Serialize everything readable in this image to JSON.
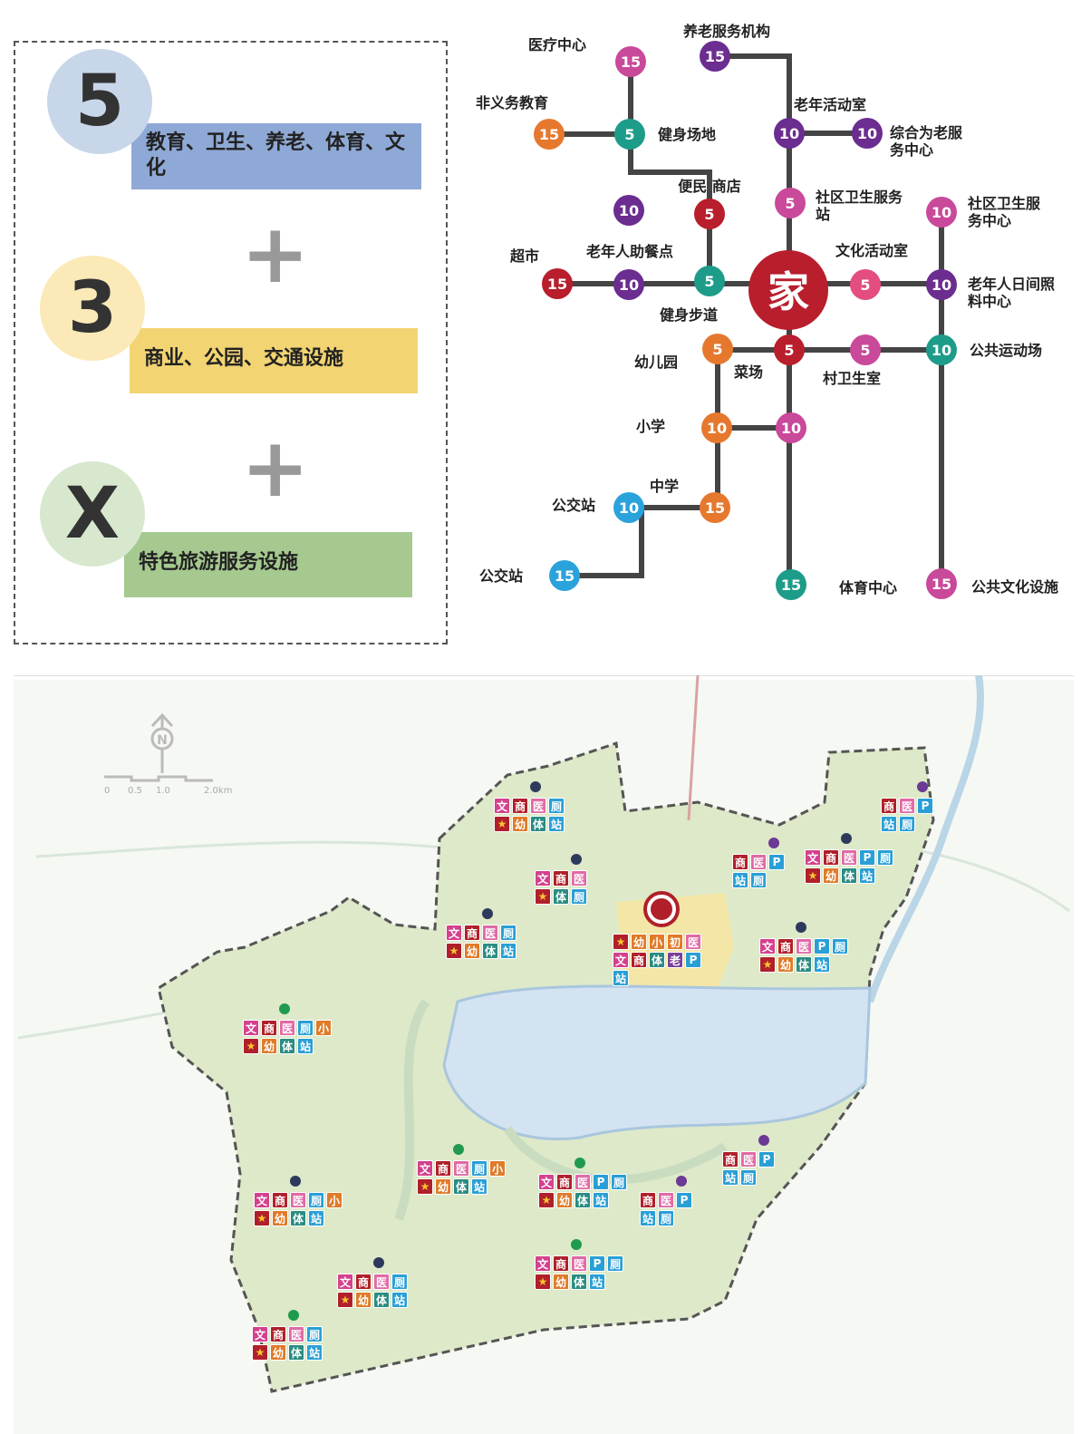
{
  "formula": {
    "five": {
      "symbol": "5",
      "text": "教育、卫生、养老、体育、文化"
    },
    "plus1": "+",
    "three": {
      "symbol": "3",
      "text": "商业、公园、交通设施"
    },
    "plus2": "+",
    "x": {
      "symbol": "X",
      "text": "特色旅游服务设施"
    }
  },
  "colors": {
    "purple": "#6b2d8f",
    "pink": "#c9499a",
    "teal": "#1e9c8a",
    "orange": "#e6782e",
    "red": "#b81e2c",
    "blue": "#2aa3dc",
    "rose": "#e34d7f"
  },
  "diagram": {
    "home": "家",
    "nodes": [
      {
        "value": "15",
        "color": "pink",
        "label": "医疗中心"
      },
      {
        "value": "15",
        "color": "purple",
        "label": "养老服务机构"
      },
      {
        "value": "15",
        "color": "orange",
        "label": "非义务教育"
      },
      {
        "value": "5",
        "color": "teal",
        "label": "健身场地"
      },
      {
        "value": "10",
        "color": "purple",
        "label": "老年活动室"
      },
      {
        "value": "10",
        "color": "purple",
        "label": "综合为老服",
        "label2": "务中心"
      },
      {
        "value": "5",
        "color": "red",
        "label": "便民 商店"
      },
      {
        "value": "10",
        "color": "purple",
        "label": ""
      },
      {
        "value": "5",
        "color": "pink",
        "label": "社区卫生服务",
        "label2": "站"
      },
      {
        "value": "10",
        "color": "pink",
        "label": "社区卫生服",
        "label2": "务中心"
      },
      {
        "value": "15",
        "color": "red",
        "label": "超市"
      },
      {
        "value": "10",
        "color": "purple",
        "label": "老年人助餐点"
      },
      {
        "value": "5",
        "color": "teal",
        "label": "健身步道"
      },
      {
        "value": "5",
        "color": "rose",
        "label": "文化活动室"
      },
      {
        "value": "10",
        "color": "purple",
        "label": "老年人日间照",
        "label2": "料中心"
      },
      {
        "value": "5",
        "color": "orange",
        "label": "幼儿园"
      },
      {
        "value": "5",
        "color": "red",
        "label": "菜场"
      },
      {
        "value": "5",
        "color": "pink",
        "label": "村卫生室"
      },
      {
        "value": "10",
        "color": "teal",
        "label": "公共运动场"
      },
      {
        "value": "10",
        "color": "orange",
        "label": "小学"
      },
      {
        "value": "10",
        "color": "pink",
        "label": ""
      },
      {
        "value": "15",
        "color": "orange",
        "label": "中学"
      },
      {
        "value": "10",
        "color": "blue",
        "label": "公交站"
      },
      {
        "value": "15",
        "color": "blue",
        "label": "公交站"
      },
      {
        "value": "15",
        "color": "teal",
        "label": "体育中心"
      },
      {
        "value": "15",
        "color": "pink",
        "label": "公共文化设施"
      }
    ]
  },
  "map": {
    "north": "N",
    "scale": [
      "0",
      "0.5",
      "1.0",
      "2.0km"
    ],
    "icon_colors": {
      "文": "#d4418e",
      "商": "#b0202a",
      "医": "#e06aa6",
      "厕": "#2a9fd6",
      "站": "#2a9fd6",
      "P": "#2a9fd6",
      "幼": "#e07b2a",
      "小": "#e07b2a",
      "初": "#e07b2a",
      "体": "#2a8c82",
      "老": "#7b3f98",
      "★": "#b0202a"
    },
    "dot_colors": {
      "navy": "#2e3a5c",
      "purple": "#6b3a94",
      "green": "#1f9a4e"
    },
    "clusters": [
      {
        "dot": "navy",
        "rows": [
          [
            "文",
            "商",
            "医",
            "厕"
          ],
          [
            "★",
            "幼",
            "体",
            "站"
          ]
        ]
      },
      {
        "dot": "purple",
        "rows": [
          [
            "商",
            "医",
            "P"
          ],
          [
            "站",
            "厕"
          ]
        ]
      },
      {
        "dot": "purple",
        "rows": [
          [
            "商",
            "医",
            "P"
          ],
          [
            "站",
            "厕"
          ]
        ]
      },
      {
        "dot": "navy",
        "rows": [
          [
            "文",
            "商",
            "医",
            "P",
            "厕"
          ],
          [
            "★",
            "幼",
            "体",
            "站"
          ]
        ]
      },
      {
        "dot": "navy",
        "rows": [
          [
            "文",
            "商",
            "医"
          ],
          [
            "★",
            "体",
            "厕"
          ]
        ]
      },
      {
        "dot": "navy",
        "rows": [
          [
            "文",
            "商",
            "医",
            "厕"
          ],
          [
            "★",
            "幼",
            "体",
            "站"
          ]
        ]
      },
      {
        "dot": "",
        "rows": [
          [
            "★",
            "幼",
            "小",
            "初",
            "医"
          ],
          [
            "文",
            "商",
            "体",
            "老",
            "P"
          ],
          [
            "站"
          ]
        ]
      },
      {
        "dot": "navy",
        "rows": [
          [
            "文",
            "商",
            "医",
            "P",
            "厕"
          ],
          [
            "★",
            "幼",
            "体",
            "站"
          ]
        ]
      },
      {
        "dot": "green",
        "rows": [
          [
            "文",
            "商",
            "医",
            "厕",
            "小"
          ],
          [
            "★",
            "幼",
            "体",
            "站"
          ]
        ]
      },
      {
        "dot": "green",
        "rows": [
          [
            "文",
            "商",
            "医",
            "厕",
            "小"
          ],
          [
            "★",
            "幼",
            "体",
            "站"
          ]
        ]
      },
      {
        "dot": "green",
        "rows": [
          [
            "文",
            "商",
            "医",
            "P",
            "厕"
          ],
          [
            "★",
            "幼",
            "体",
            "站"
          ]
        ]
      },
      {
        "dot": "purple",
        "rows": [
          [
            "商",
            "医",
            "P"
          ],
          [
            "站",
            "厕"
          ]
        ]
      },
      {
        "dot": "purple",
        "rows": [
          [
            "商",
            "医",
            "P"
          ],
          [
            "站",
            "厕"
          ]
        ]
      },
      {
        "dot": "navy",
        "rows": [
          [
            "文",
            "商",
            "医",
            "厕",
            "小"
          ],
          [
            "★",
            "幼",
            "体",
            "站"
          ]
        ]
      },
      {
        "dot": "navy",
        "rows": [
          [
            "文",
            "商",
            "医",
            "厕"
          ],
          [
            "★",
            "幼",
            "体",
            "站"
          ]
        ]
      },
      {
        "dot": "green",
        "rows": [
          [
            "文",
            "商",
            "医",
            "P",
            "厕"
          ],
          [
            "★",
            "幼",
            "体",
            "站"
          ]
        ]
      },
      {
        "dot": "green",
        "rows": [
          [
            "文",
            "商",
            "医",
            "厕"
          ],
          [
            "★",
            "幼",
            "体",
            "站"
          ]
        ]
      }
    ]
  }
}
